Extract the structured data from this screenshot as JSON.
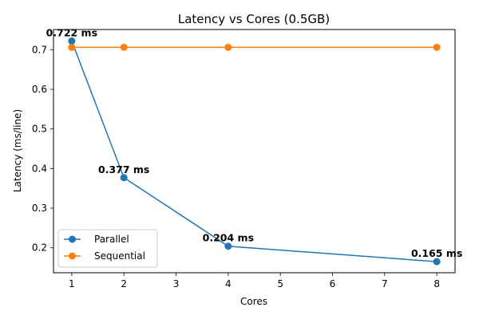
{
  "chart_data": {
    "type": "line",
    "title": "Latency vs Cores (0.5GB)",
    "xlabel": "Cores",
    "ylabel": "Latency (ms/line)",
    "x": [
      1,
      2,
      4,
      8
    ],
    "xticks": [
      "1",
      "2",
      "3",
      "4",
      "5",
      "6",
      "7",
      "8"
    ],
    "yticks": [
      "0.2",
      "0.3",
      "0.4",
      "0.5",
      "0.6",
      "0.7"
    ],
    "xlim": [
      0.65,
      8.35
    ],
    "ylim": [
      0.137,
      0.751
    ],
    "grid": false,
    "legend_position": "lower-left",
    "series": [
      {
        "name": "Parallel",
        "color": "#1f77b4",
        "values": [
          0.722,
          0.377,
          0.204,
          0.165
        ],
        "labels": [
          "0.722 ms",
          "0.377 ms",
          "0.204 ms",
          "0.165 ms"
        ]
      },
      {
        "name": "Sequential",
        "color": "#ff7f0e",
        "values": [
          0.706,
          0.706,
          0.706,
          0.706
        ]
      }
    ]
  }
}
